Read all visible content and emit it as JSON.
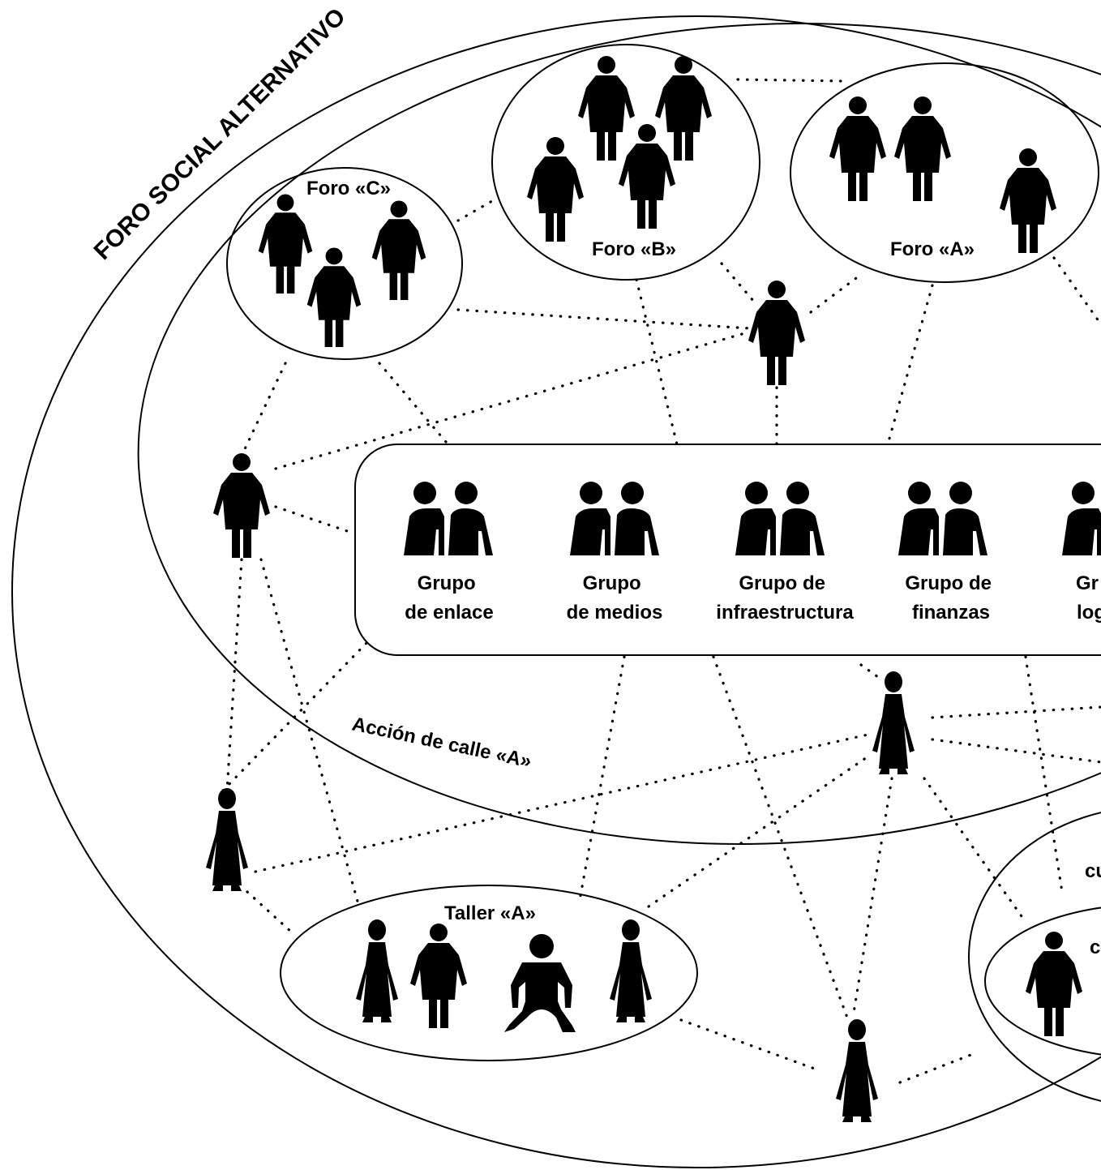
{
  "title": "FORO SOCIAL ALTERNATIVO",
  "forums": {
    "c": "Foro «C»",
    "b": "Foro «B»",
    "a": "Foro «A»"
  },
  "groups": {
    "enlace": [
      "Grupo",
      "de enlace"
    ],
    "medios": [
      "Grupo",
      "de medios"
    ],
    "infra": [
      "Grupo de",
      "infraestructura"
    ],
    "finanzas": [
      "Grupo de",
      "finanzas"
    ],
    "logistica": [
      "Gr",
      "log"
    ]
  },
  "street_action": "Acción de calle «A»",
  "workshop": "Taller «A»",
  "cut_labels": [
    "cu",
    "c"
  ],
  "icons": {
    "person": "person-icon",
    "woman": "woman-icon",
    "pair": "pair-icon",
    "crouching": "crouching-person-icon"
  },
  "colors": {
    "ink": "#000000",
    "background": "#ffffff"
  }
}
